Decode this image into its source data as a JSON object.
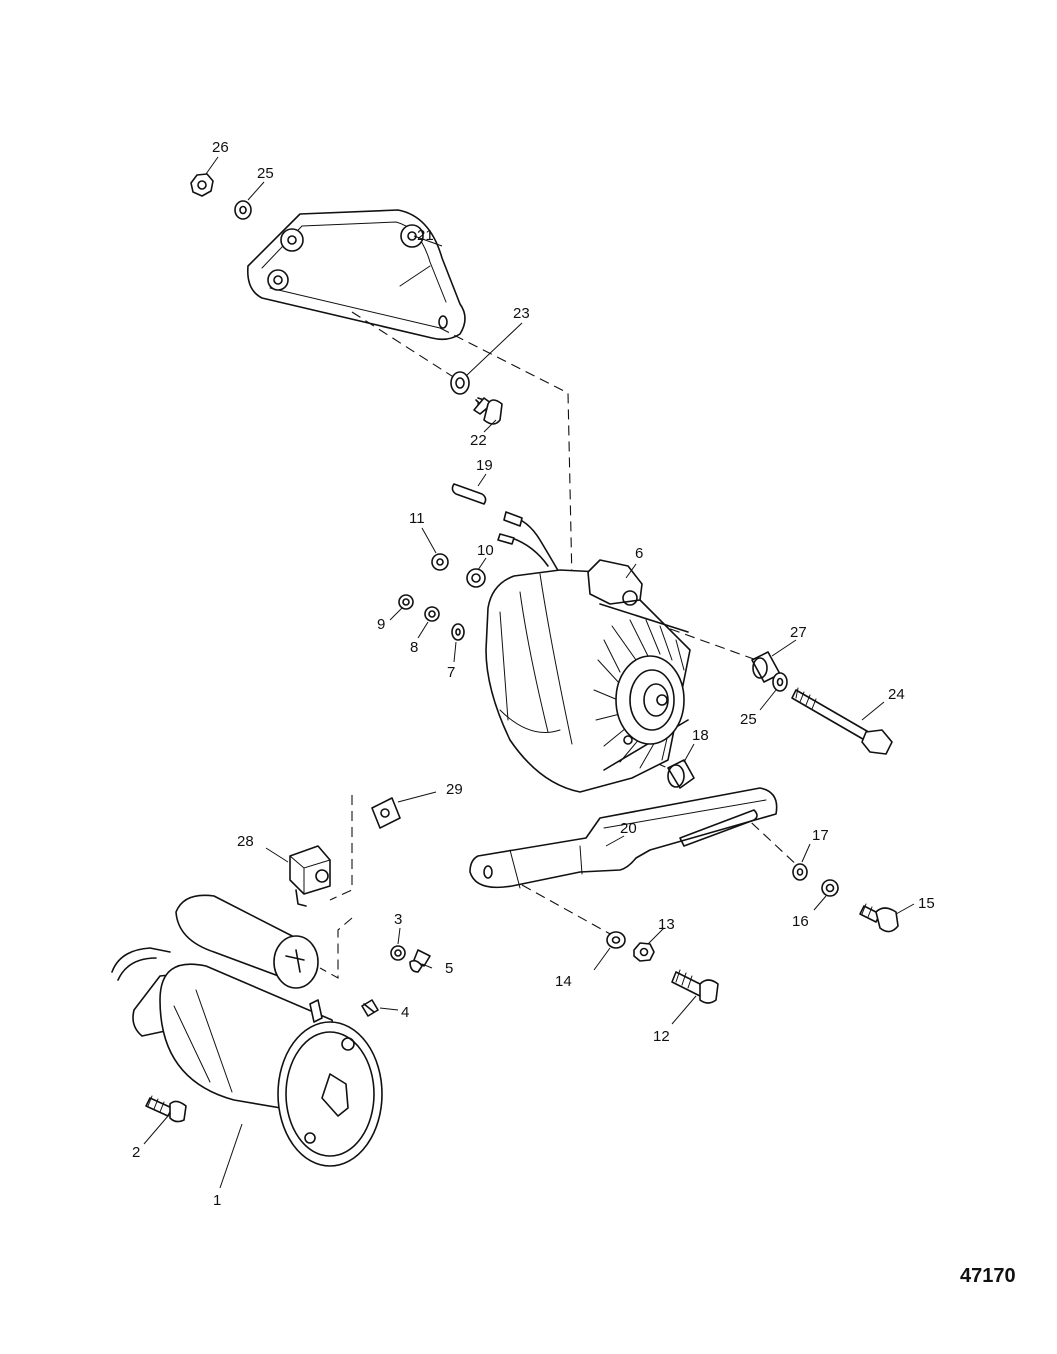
{
  "figure_number": "47170",
  "callouts": [
    "1",
    "2",
    "3",
    "4",
    "5",
    "6",
    "7",
    "8",
    "9",
    "10",
    "11",
    "12",
    "13",
    "14",
    "15",
    "16",
    "17",
    "18",
    "19",
    "20",
    "21",
    "22",
    "23",
    "24",
    "25",
    "25",
    "26",
    "27",
    "28",
    "29"
  ]
}
